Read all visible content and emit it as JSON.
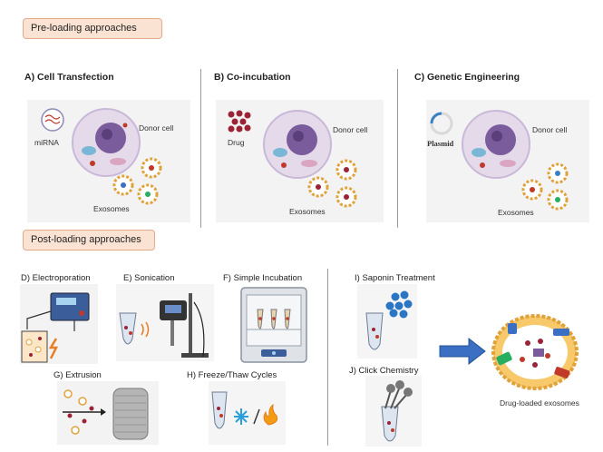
{
  "sections": {
    "pre_loading": "Pre-loading approaches",
    "post_loading": "Post-loading approaches"
  },
  "pre_panels": [
    {
      "title": "A) Cell Transfection",
      "cargo_label": "miRNA",
      "donor_label": "Donor cell",
      "exosomes_label": "Exosomes"
    },
    {
      "title": "B) Co-incubation",
      "cargo_label": "Drug",
      "donor_label": "Donor cell",
      "exosomes_label": "Exosomes"
    },
    {
      "title": "C) Genetic Engineering",
      "cargo_label": "Plasmid",
      "donor_label": "Donor cell",
      "exosomes_label": "Exosomes"
    }
  ],
  "post_methods": {
    "electroporation": "D) Electroporation",
    "sonication": "E) Sonication",
    "simple_incubation": "F) Simple Incubation",
    "extrusion": "G) Extrusion",
    "freeze_thaw": "H) Freeze/Thaw Cycles",
    "saponin": "I) Saponin Treatment",
    "click_chemistry": "J) Click Chemistry"
  },
  "result_label": "Drug-loaded exosomes",
  "icons": [
    "cell-icon",
    "exosome-icon",
    "electroporator-icon",
    "sonicator-icon",
    "incubator-icon",
    "extruder-icon",
    "snowflake-icon",
    "flame-icon",
    "saponin-icon",
    "click-chemistry-icon",
    "arrow-right-icon"
  ],
  "colors": {
    "tag_fill": "#fbe3d3",
    "tag_border": "#e3a98a",
    "arrow": "#3a6fc4",
    "cell": "#c9b8d8",
    "nucleus": "#7a5b9c"
  }
}
